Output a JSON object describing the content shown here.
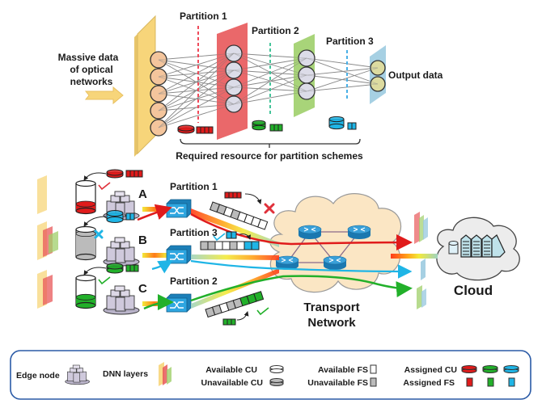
{
  "top": {
    "input_label": [
      "Massive data",
      "of optical",
      "networks"
    ],
    "partition_labels": [
      "Partition 1",
      "Partition 2",
      "Partition 3"
    ],
    "output_label": "Output data",
    "brace_label": "Required resource for partition schemes",
    "layers": [
      {
        "name": "input-layer",
        "color": "#f7d57a",
        "nodes": 5
      },
      {
        "name": "hidden-layer-1",
        "color": "#e8585a",
        "nodes": 4
      },
      {
        "name": "hidden-layer-2",
        "color": "#9fcf6a",
        "nodes": 3
      },
      {
        "name": "output-layer",
        "color": "#9ccbe0",
        "nodes": 2
      }
    ],
    "required_resources": [
      {
        "partition": "Partition 1",
        "color": "#e01b1b",
        "fs_slots": 4
      },
      {
        "partition": "Partition 2",
        "color": "#22b02a",
        "fs_slots": 3
      },
      {
        "partition": "Partition 3",
        "color": "#1fb5e6",
        "fs_slots": 2
      }
    ]
  },
  "bottom": {
    "nodes": [
      {
        "id": "A",
        "partition_label": "Partition 1",
        "color": "#e01b1b",
        "cu_fill": 0.25,
        "cu_status": "accepted",
        "fs_status": "rejected",
        "fs_slots": 4,
        "link_fs": [
          "used",
          "used",
          "free",
          "used",
          "free",
          "free",
          "free",
          "free"
        ]
      },
      {
        "id": "B",
        "partition_label": "Partition 3",
        "color": "#1fb5e6",
        "cu_fill": 0.85,
        "cu_status": "rejected",
        "fs_status": "accepted",
        "fs_slots": 2,
        "link_fs": [
          "used",
          "used",
          "free",
          "free",
          "used",
          "free",
          "assigned",
          "assigned"
        ]
      },
      {
        "id": "C",
        "partition_label": "Partition 2",
        "color": "#22b02a",
        "cu_fill": 0.3,
        "cu_status": "accepted",
        "fs_status": "accepted",
        "fs_slots": 3,
        "link_fs": [
          "used",
          "used",
          "free",
          "used",
          "used",
          "assigned",
          "assigned",
          "assigned"
        ]
      }
    ],
    "transport_label": [
      "Transport",
      "Network"
    ],
    "cloud_label": "Cloud"
  },
  "legend": {
    "edge_node": "Edge node",
    "dnn_layers": "DNN layers",
    "available_cu": "Available CU",
    "unavailable_cu": "Unavailable CU",
    "available_fs": "Available FS",
    "unavailable_fs": "Unavailable FS",
    "assigned_cu": "Assigned CU",
    "assigned_fs": "Assigned FS",
    "assigned_colors": [
      "#e01b1b",
      "#22b02a",
      "#1fb5e6"
    ],
    "border_color": "#2a5aa6"
  }
}
